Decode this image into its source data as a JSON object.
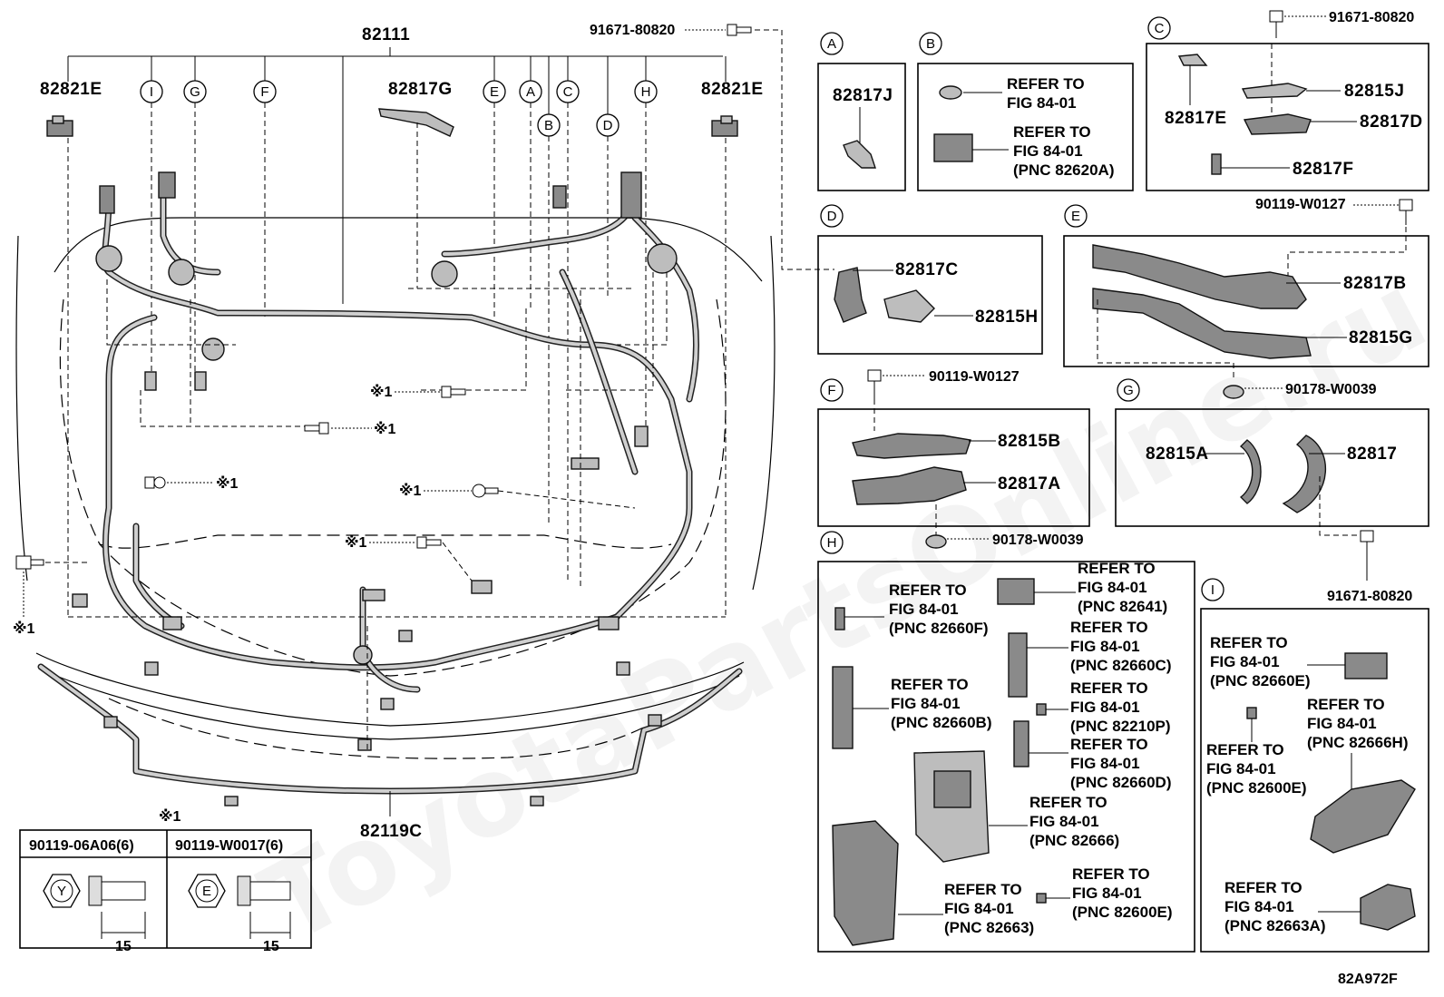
{
  "diagram_code": "82A972F",
  "watermark": "ToyotaPartsOnline.ru",
  "main": {
    "harness_top": "82111",
    "harness_bottom": "82119C",
    "left_clamp": "82821E",
    "right_clamp": "82821E",
    "bracket_center": "82817G",
    "top_bolt": "91671-80820",
    "note_mark": "※1",
    "callouts": [
      "I",
      "G",
      "F",
      "E",
      "A",
      "B",
      "C",
      "D",
      "H"
    ]
  },
  "bolt_table": {
    "mark": "※1",
    "col1": {
      "part": "90119-06A06(6)",
      "head": "Y",
      "dim": "15"
    },
    "col2": {
      "part": "90119-W0017(6)",
      "head": "E",
      "dim": "15"
    }
  },
  "panels": {
    "A": {
      "id": "A",
      "label": "82817J"
    },
    "B": {
      "id": "B",
      "ref1": [
        "REFER TO",
        "FIG 84-01"
      ],
      "ref2": [
        "REFER TO",
        "FIG 84-01",
        "(PNC 82620A)"
      ]
    },
    "C": {
      "id": "C",
      "bolt": "91671-80820",
      "labels": [
        "82817E",
        "82815J",
        "82817D",
        "82817F"
      ]
    },
    "D": {
      "id": "D",
      "labels": [
        "82817C",
        "82815H"
      ]
    },
    "E": {
      "id": "E",
      "bolt": "90119-W0127",
      "labels": [
        "82817B",
        "82815G"
      ],
      "clip": "90178-W0039"
    },
    "F": {
      "id": "F",
      "bolt": "90119-W0127",
      "labels": [
        "82815B",
        "82817A"
      ],
      "clip": "90178-W0039"
    },
    "G": {
      "id": "G",
      "labels": [
        "82815A",
        "82817"
      ],
      "bolt": "91671-80820"
    },
    "H": {
      "id": "H",
      "refs": [
        [
          "REFER TO",
          "FIG 84-01",
          "(PNC 82641)"
        ],
        [
          "REFER TO",
          "FIG 84-01",
          "(PNC 82660F)"
        ],
        [
          "REFER TO",
          "FIG 84-01",
          "(PNC 82660C)"
        ],
        [
          "REFER TO",
          "FIG 84-01",
          "(PNC 82660B)"
        ],
        [
          "REFER TO",
          "FIG 84-01",
          "(PNC 82210P)"
        ],
        [
          "REFER TO",
          "FIG 84-01",
          "(PNC 82660D)"
        ],
        [
          "REFER TO",
          "FIG 84-01",
          "(PNC 82666)"
        ],
        [
          "REFER TO",
          "FIG 84-01",
          "(PNC 82600E)"
        ],
        [
          "REFER TO",
          "FIG 84-01",
          "(PNC 82663)"
        ]
      ]
    },
    "I": {
      "id": "I",
      "refs": [
        [
          "REFER TO",
          "FIG 84-01",
          "(PNC 82660E)"
        ],
        [
          "REFER TO",
          "FIG 84-01",
          "(PNC 82666H)"
        ],
        [
          "REFER TO",
          "FIG 84-01",
          "(PNC 82600E)"
        ],
        [
          "REFER TO",
          "FIG 84-01",
          "(PNC 82663A)"
        ]
      ]
    }
  }
}
